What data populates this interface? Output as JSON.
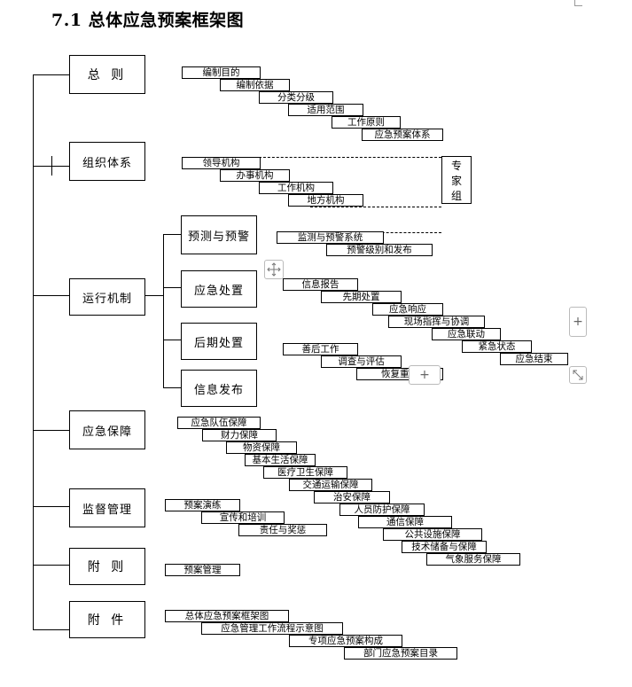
{
  "title": "7.1  总体应急预案框架图",
  "sections": {
    "zongze": "总 则",
    "zuzhi": "组织体系",
    "yunxing": "运行机制",
    "baozhang": "应急保障",
    "jiandu": "监督管理",
    "fuze": "附 则",
    "fujian": "附 件"
  },
  "subsections": {
    "yuce": "预测与预警",
    "chuzhi": "应急处置",
    "houqi": "后期处置",
    "xinxi": "信息发布"
  },
  "expert": [
    "专",
    "家",
    "组"
  ],
  "items": {
    "zongze": [
      "编制目的",
      "编制依据",
      "分类分级",
      "适用范围",
      "工作原则",
      "应急预案体系"
    ],
    "zuzhi": [
      "领导机构",
      "办事机构",
      "工作机构",
      "地方机构"
    ],
    "yuce": [
      "监测与预警系统",
      "预警级别和发布"
    ],
    "chuzhi": [
      "信息报告",
      "先期处置",
      "应急响应",
      "现场指挥与协调",
      "应急联动",
      "紧急状态",
      "应急结束"
    ],
    "houqi": [
      "善后工作",
      "调查与评估",
      "恢复重建"
    ],
    "baozhang": [
      "应急队伍保障",
      "财力保障",
      "物资保障",
      "基本生活保障",
      "医疗卫生保障",
      "交通运输保障",
      "治安保障",
      "人员防护保障",
      "通信保障",
      "公共设施保障",
      "技术储备与保障",
      "气象服务保障"
    ],
    "jiandu": [
      "预案演练",
      "宣传和培训",
      "责任与奖惩"
    ],
    "fuze": [
      "预案管理"
    ],
    "fujian": [
      "总体应急预案框架图",
      "应急管理工作流程示意图",
      "专项应急预案构成",
      "部门应急预案目录"
    ]
  },
  "icons": {
    "move_handle": "move-arrows-icon",
    "add_handle": "plus-icon",
    "resize_handle": "resize-diagonal-icon"
  },
  "handle_labels": {
    "add": "+"
  }
}
